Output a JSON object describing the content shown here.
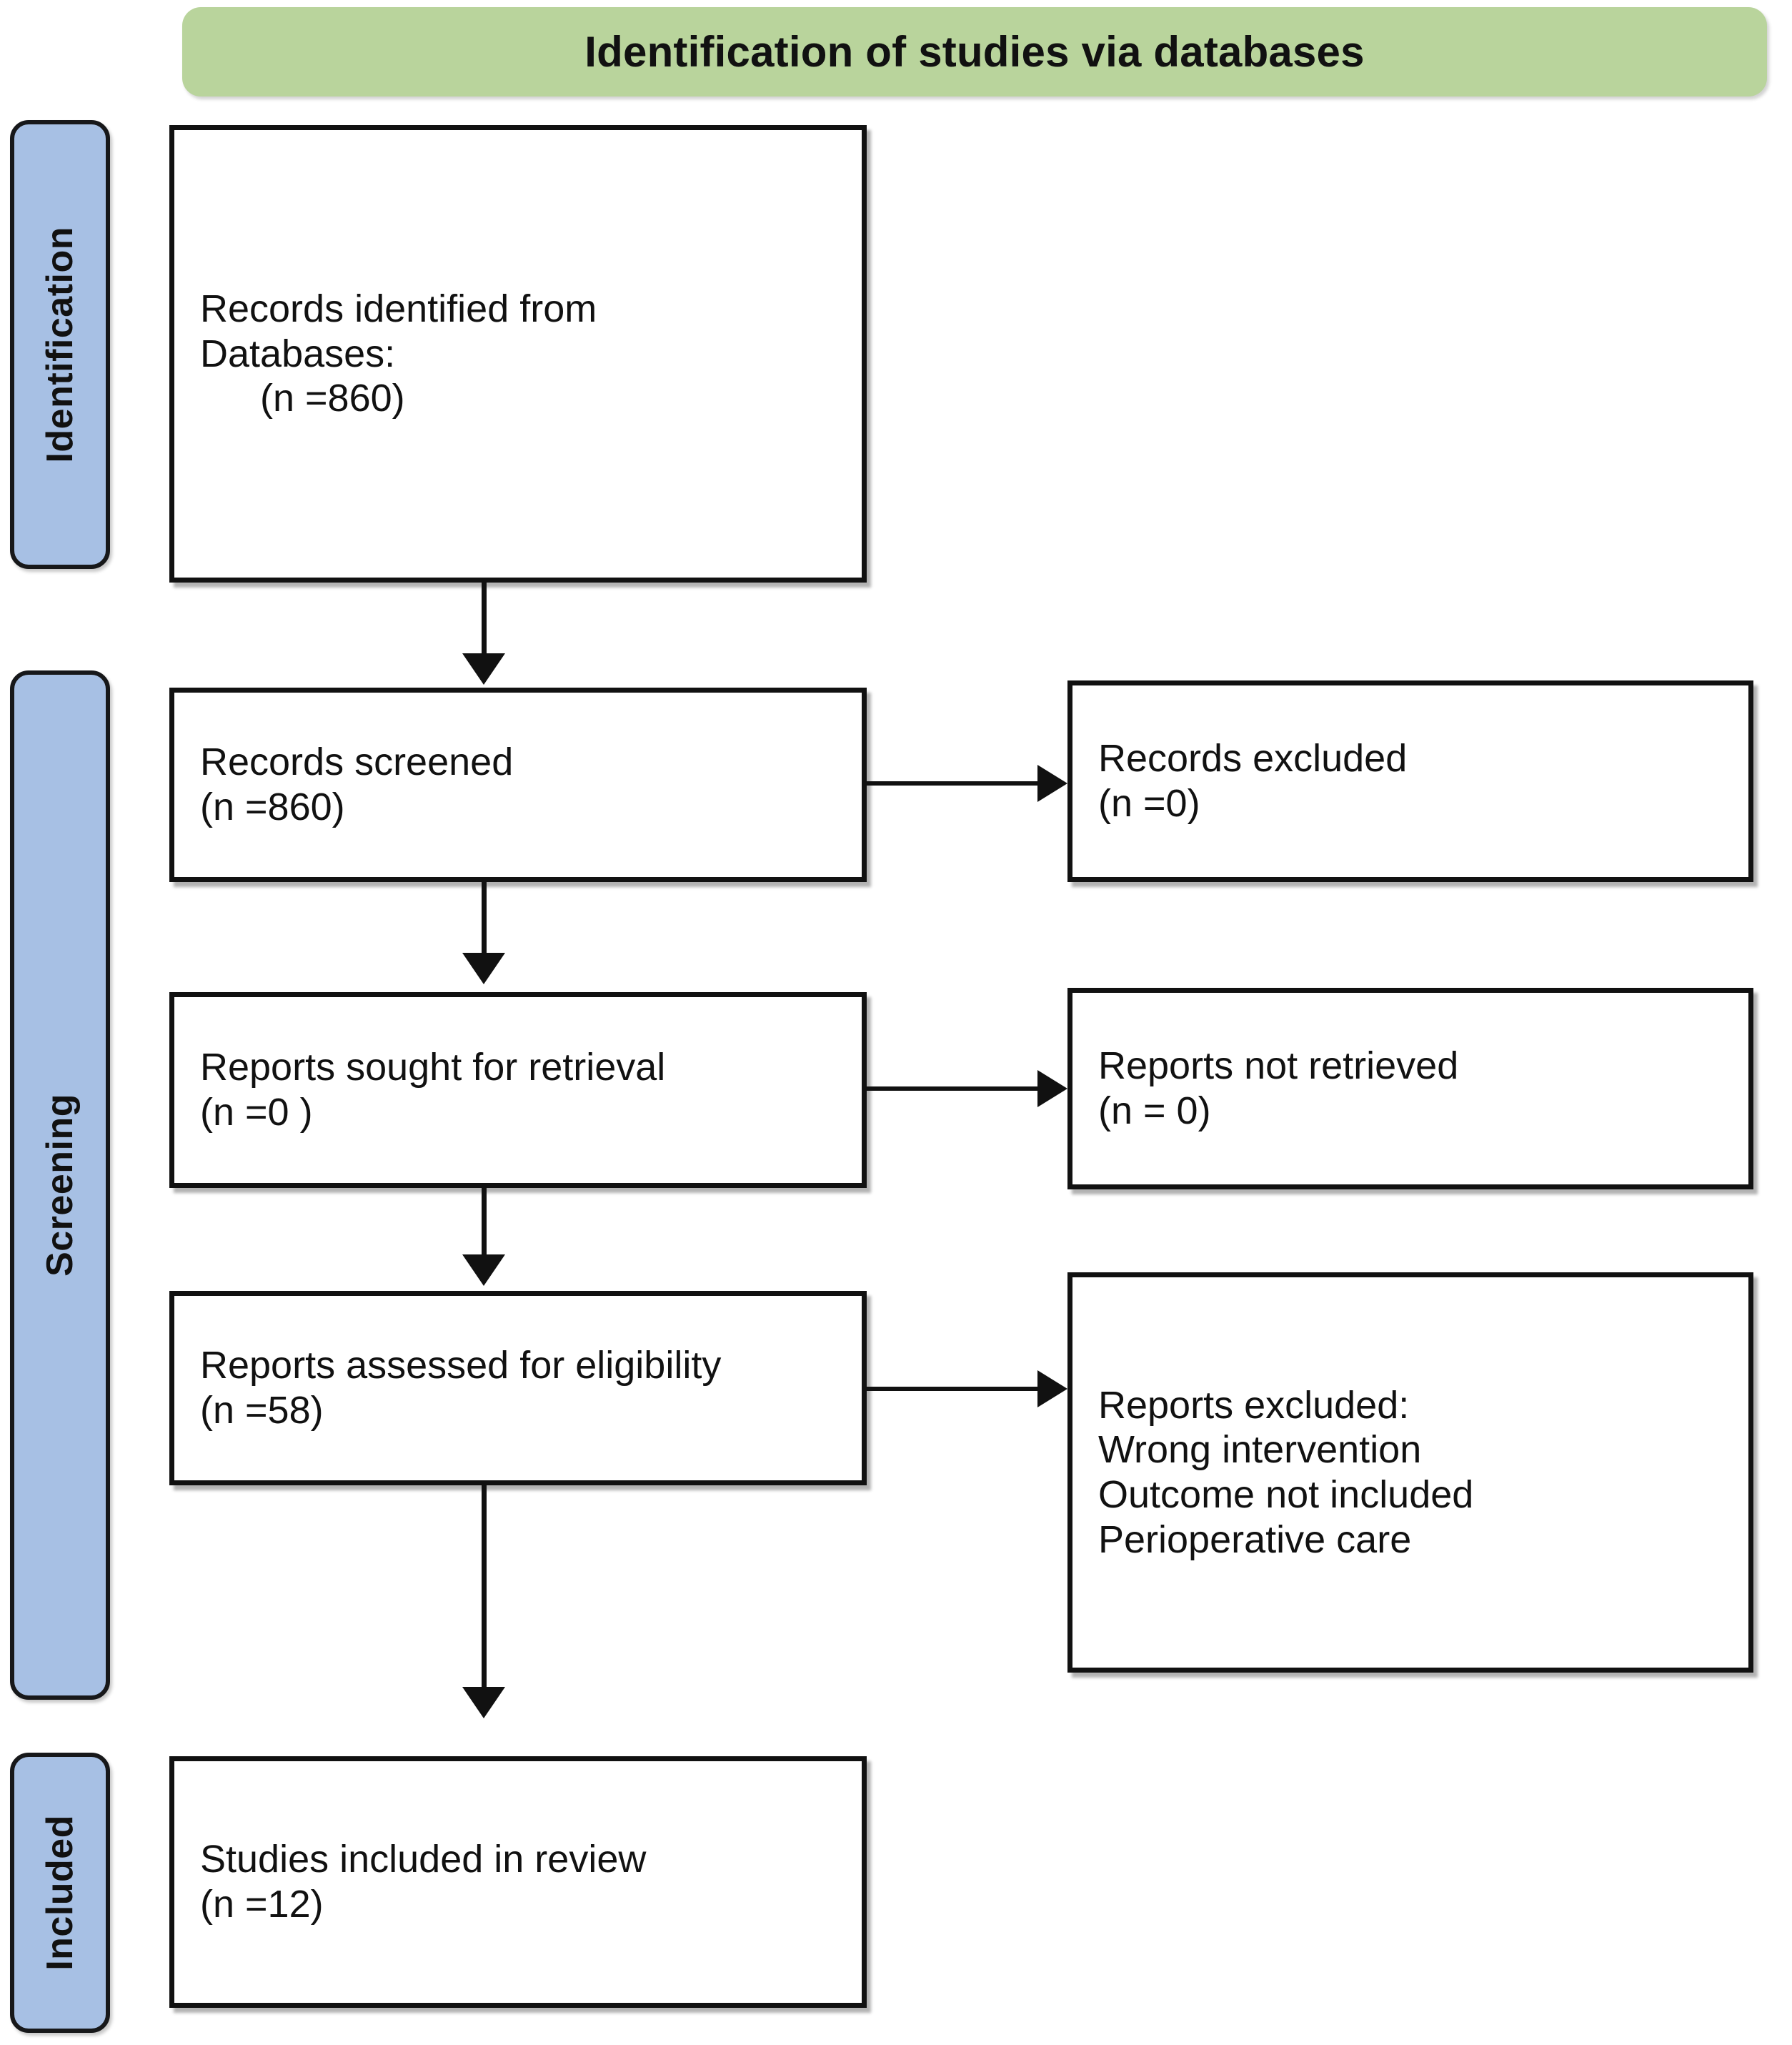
{
  "header": {
    "title": "Identification of studies via databases",
    "background_color": "#b9d49c"
  },
  "stages": {
    "band_color": "#a7c0e4",
    "items": [
      {
        "id": "identification",
        "label": "Identification"
      },
      {
        "id": "screening",
        "label": "Screening"
      },
      {
        "id": "included",
        "label": "Included"
      }
    ]
  },
  "flow": {
    "identified": {
      "line1": "Records identified from",
      "line2": "Databases:",
      "count": "(n =860)"
    },
    "screened": {
      "line1": "Records screened",
      "count": "(n =860)"
    },
    "records_excluded": {
      "line1": "Records excluded",
      "count": "(n =0)"
    },
    "sought": {
      "line1": "Reports sought for retrieval",
      "count": "(n =0 )"
    },
    "not_retrieved": {
      "line1": "Reports not retrieved",
      "count": "(n = 0)"
    },
    "assessed": {
      "line1": "Reports assessed for eligibility",
      "count": "(n =58)"
    },
    "reports_excluded": {
      "line1": "Reports excluded:",
      "reason1": "Wrong intervention",
      "reason2": "Outcome not included",
      "reason3": "Perioperative care"
    },
    "included": {
      "line1": "Studies included in review",
      "count": "(n =12)"
    }
  },
  "chart_data": {
    "type": "diagram",
    "title": "Identification of studies via databases",
    "nodes": [
      {
        "id": "identified",
        "stage": "Identification",
        "label": "Records identified from Databases:",
        "n": 860
      },
      {
        "id": "screened",
        "stage": "Screening",
        "label": "Records screened",
        "n": 860
      },
      {
        "id": "records_excluded",
        "stage": "Screening",
        "label": "Records excluded",
        "n": 0
      },
      {
        "id": "sought",
        "stage": "Screening",
        "label": "Reports sought for retrieval",
        "n": 0
      },
      {
        "id": "not_retrieved",
        "stage": "Screening",
        "label": "Reports not retrieved",
        "n": 0
      },
      {
        "id": "assessed",
        "stage": "Screening",
        "label": "Reports assessed for eligibility",
        "n": 58
      },
      {
        "id": "reports_excluded",
        "stage": "Screening",
        "label": "Reports excluded: Wrong intervention; Outcome not included; Perioperative care",
        "n": null
      },
      {
        "id": "included",
        "stage": "Included",
        "label": "Studies included in review",
        "n": 12
      }
    ],
    "edges": [
      {
        "from": "identified",
        "to": "screened",
        "direction": "down"
      },
      {
        "from": "screened",
        "to": "records_excluded",
        "direction": "right"
      },
      {
        "from": "screened",
        "to": "sought",
        "direction": "down"
      },
      {
        "from": "sought",
        "to": "not_retrieved",
        "direction": "right"
      },
      {
        "from": "sought",
        "to": "assessed",
        "direction": "down"
      },
      {
        "from": "assessed",
        "to": "reports_excluded",
        "direction": "right"
      },
      {
        "from": "assessed",
        "to": "included",
        "direction": "down"
      }
    ]
  }
}
